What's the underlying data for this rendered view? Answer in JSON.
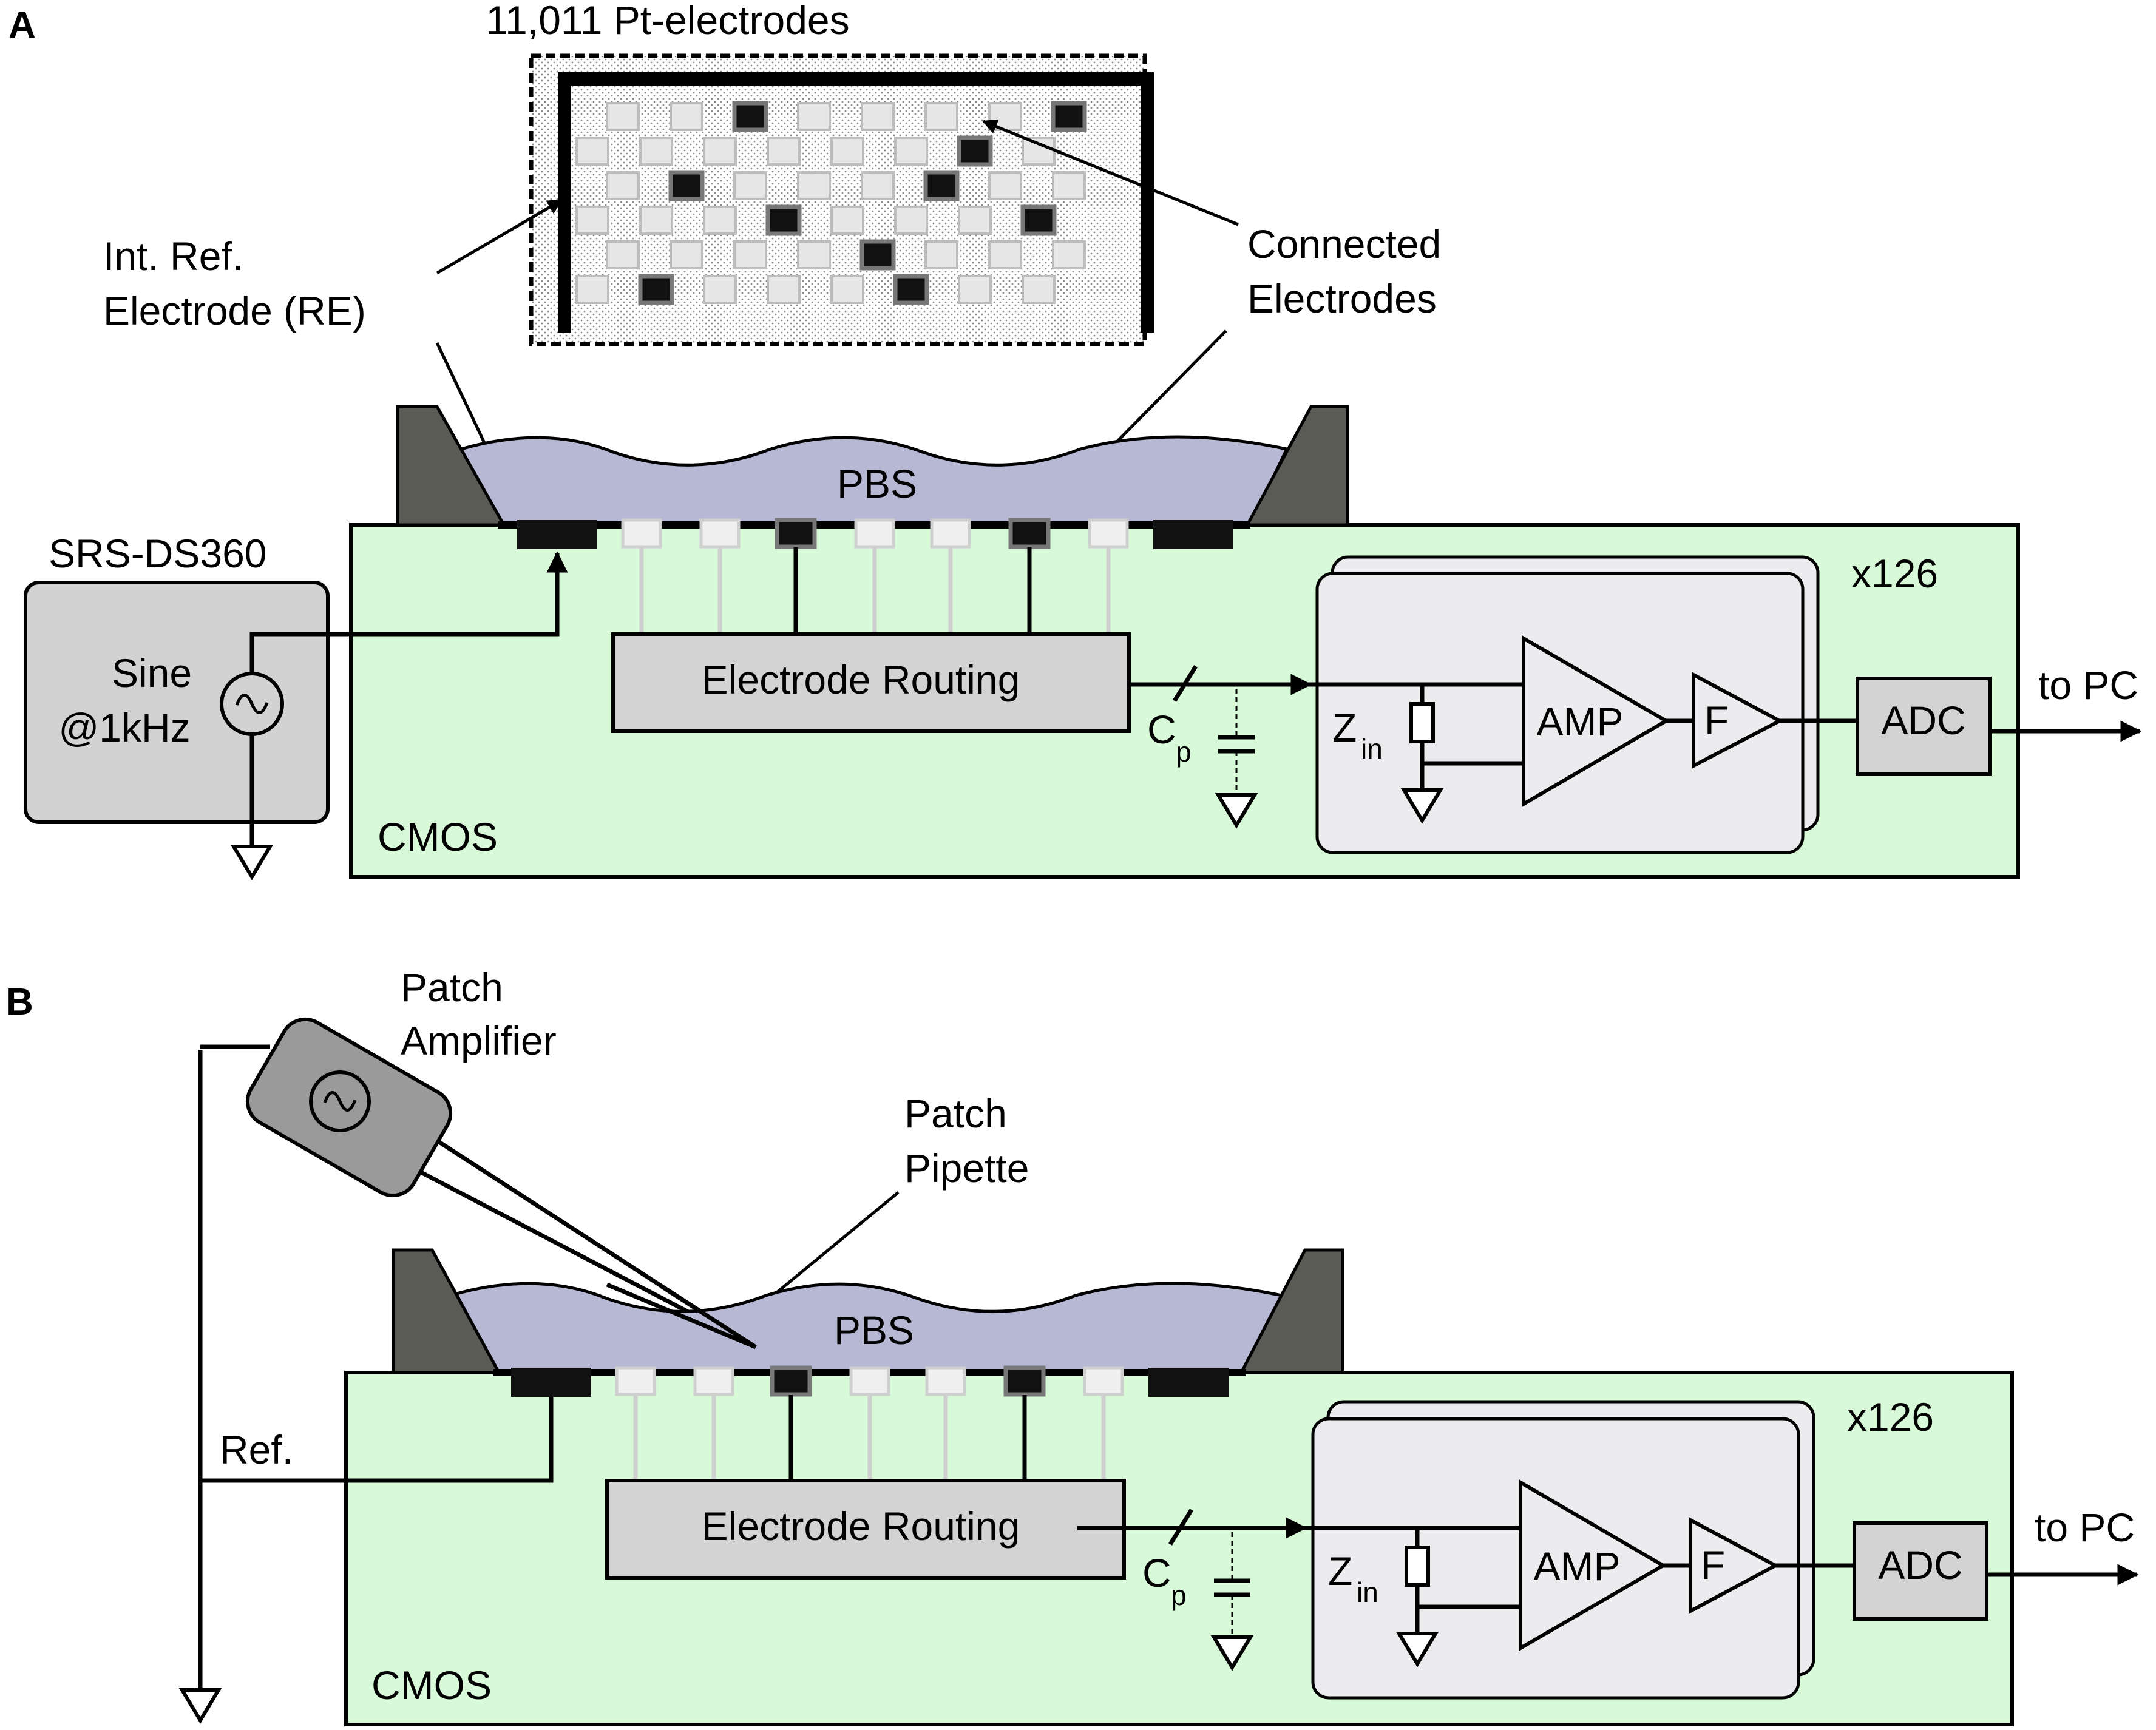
{
  "colors": {
    "cmos_fill": "#d9fad9",
    "pbs_fill": "#b7b8d3",
    "wall_fill": "#5a5b55",
    "block_fill": "#d3d3d3",
    "channel_fill": "#ececef",
    "instrument_fill": "#d2d2d2",
    "pipette_amp_fill": "#9a9a9a"
  },
  "panel_a": {
    "letter": "A",
    "array_title": "11,011 Pt-electrodes",
    "int_ref_line1": "Int. Ref.",
    "int_ref_line2": "Electrode (RE)",
    "connected_line1": "Connected",
    "connected_line2": "Electrodes",
    "pbs": "PBS",
    "instrument": "SRS-DS360",
    "sine_line1": "Sine",
    "sine_line2": "@1kHz",
    "routing": "Electrode Routing",
    "cp_main": "C",
    "cp_sub": "p",
    "zin_main": "Z",
    "zin_sub": "in",
    "amp": "AMP",
    "filter": "F",
    "adc": "ADC",
    "to_pc": "to PC",
    "count": "x126",
    "cmos": "CMOS"
  },
  "panel_b": {
    "letter": "B",
    "patch_amp_line1": "Patch",
    "patch_amp_line2": "Amplifier",
    "pipette_line1": "Patch",
    "pipette_line2": "Pipette",
    "pbs": "PBS",
    "ref": "Ref.",
    "routing": "Electrode Routing",
    "cp_main": "C",
    "cp_sub": "p",
    "zin_main": "Z",
    "zin_sub": "in",
    "amp": "AMP",
    "filter": "F",
    "adc": "ADC",
    "to_pc": "to PC",
    "count": "x126",
    "cmos": "CMOS"
  }
}
